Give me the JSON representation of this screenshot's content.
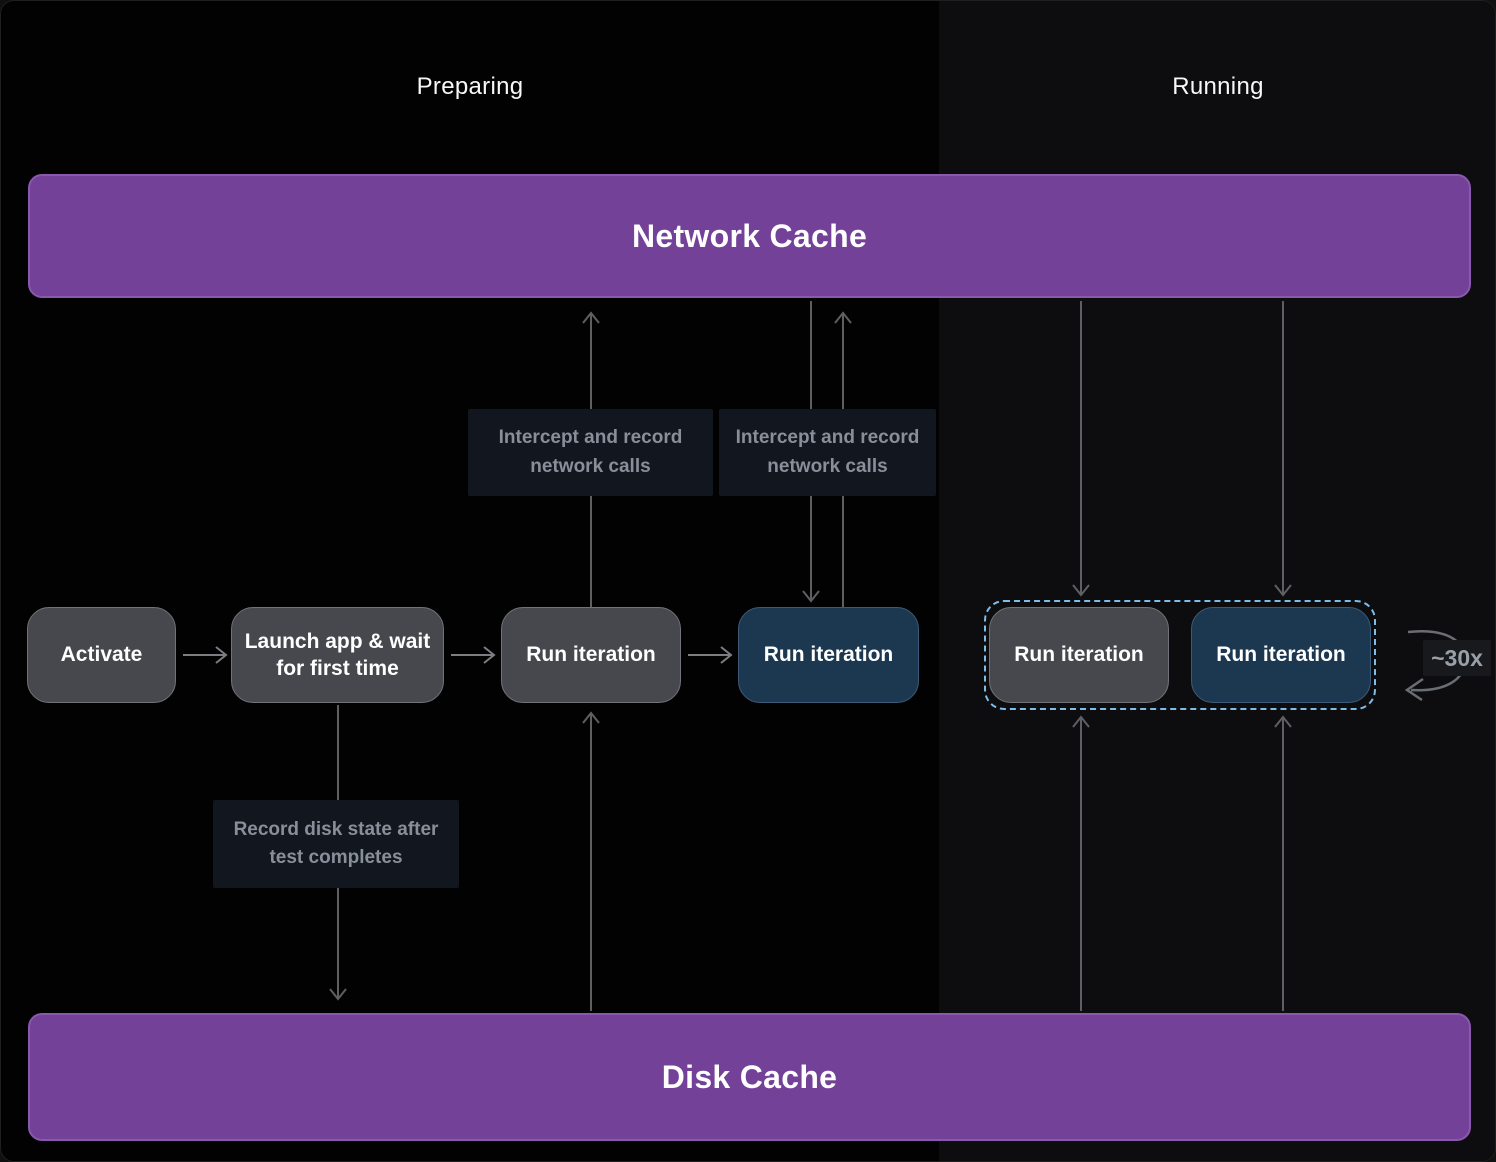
{
  "diagram": {
    "sections": {
      "preparing": {
        "label": "Preparing"
      },
      "running": {
        "label": "Running"
      }
    },
    "network_cache": {
      "label": "Network Cache"
    },
    "disk_cache": {
      "label": "Disk Cache"
    },
    "nodes": {
      "activate": {
        "label": "Activate"
      },
      "launch_app": {
        "label": "Launch app & wait for first time"
      },
      "run_iteration_1": {
        "label": "Run iteration"
      },
      "run_iteration_2": {
        "label": "Run iteration"
      },
      "run_iteration_3": {
        "label": "Run iteration"
      },
      "run_iteration_4": {
        "label": "Run iteration"
      }
    },
    "annotations": {
      "intercept_left": {
        "label": "Intercept and record network calls"
      },
      "intercept_right": {
        "label": "Intercept and record network calls"
      },
      "record_disk": {
        "label": "Record disk state after test completes"
      },
      "loop_count": {
        "label": "~30x"
      }
    },
    "colors": {
      "cache_purple": "#734198",
      "cache_purple_border": "#8a58ad",
      "node_gray": "#46484d",
      "node_blue": "#1c3850",
      "dashed_highlight": "#7fbde9",
      "annotation_bg": "#12161e",
      "annotation_text": "#898f9a",
      "connector_gray": "#5d5f63",
      "background": "#020202",
      "running_panel_bg": "#0d0d10"
    }
  }
}
